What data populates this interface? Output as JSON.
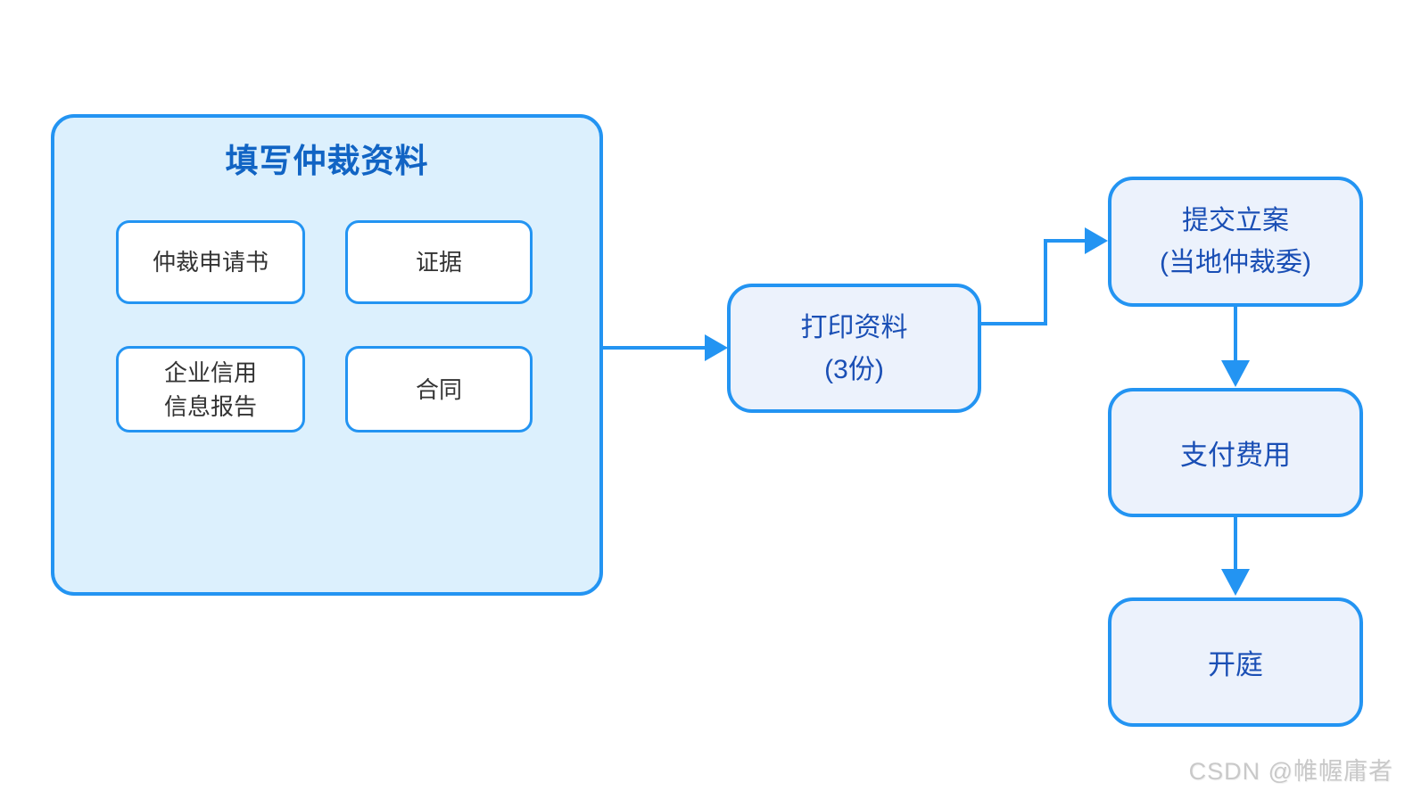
{
  "colors": {
    "line_blue": "#2394F2",
    "container_fill": "#DCF0FD",
    "node_fill": "#ECF2FC",
    "inner_fill": "#FFFFFF",
    "group_title_text": "#1164C4",
    "node_text": "#1A4FB5",
    "inner_text": "#333333",
    "watermark_text": "#C9C9C9"
  },
  "group": {
    "title": "填写仲裁资料",
    "items": [
      {
        "label": "仲裁申请书"
      },
      {
        "label": "证据"
      },
      {
        "label": "企业信用\n信息报告"
      },
      {
        "label": "合同"
      }
    ]
  },
  "nodes": {
    "print": {
      "label": "打印资料\n(3份)"
    },
    "submit": {
      "label": "提交立案\n(当地仲裁委)"
    },
    "pay": {
      "label": "支付费用"
    },
    "hearing": {
      "label": "开庭"
    }
  },
  "watermark": {
    "text": "CSDN @帷幄庸者"
  }
}
